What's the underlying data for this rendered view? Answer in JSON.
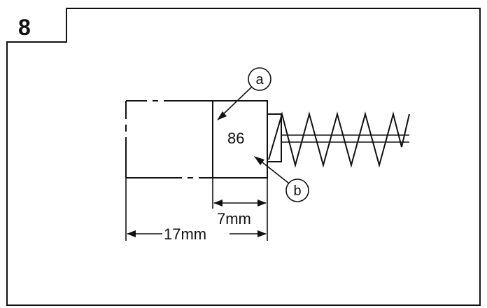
{
  "figure": {
    "step_number": "8",
    "part_number": "86",
    "callout_a": "a",
    "callout_b": "b",
    "dim_inner": "7mm",
    "dim_outer": "17mm"
  },
  "colors": {
    "stroke": "#111111",
    "background": "#ffffff"
  }
}
